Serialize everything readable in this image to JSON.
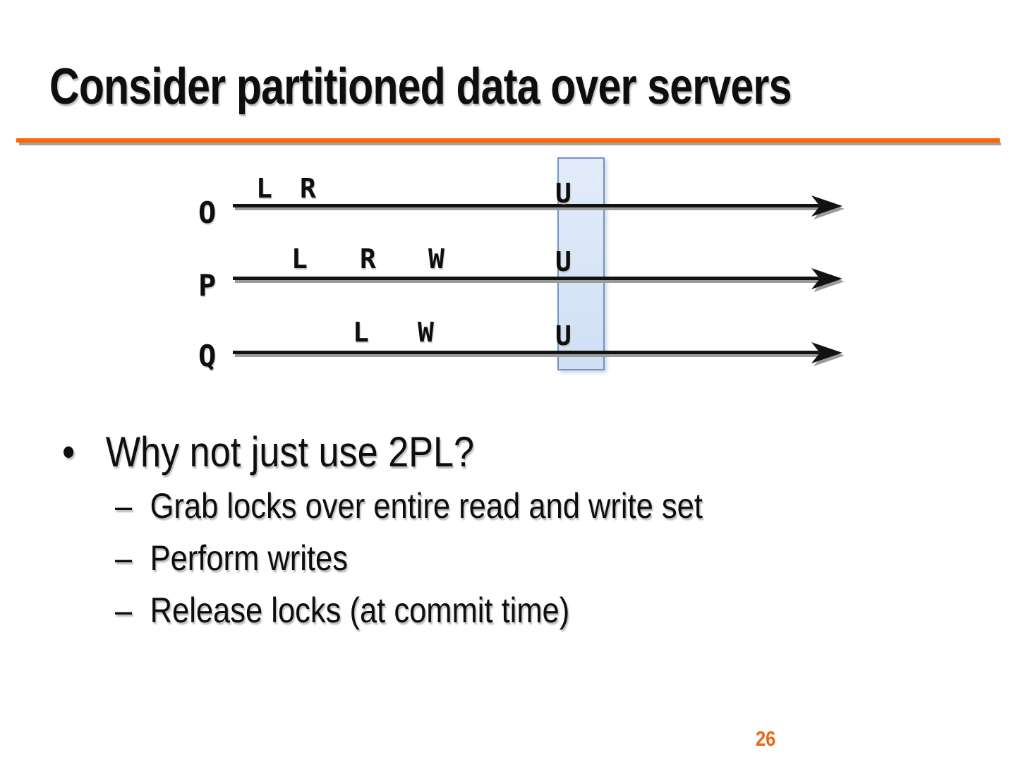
{
  "slide": {
    "title": "Consider partitioned data over servers",
    "page_number": "26"
  },
  "colors": {
    "accent_rule": "#FF6600",
    "rule_shadow": "#A49F98",
    "line_color": "#121212",
    "line_shadow": "#9B9B9B",
    "page_number": "#EF6511",
    "highlight_fill_top": "#E3ECF9",
    "highlight_fill_bottom": "#CFDFF4",
    "highlight_border": "#7394C4"
  },
  "diagram": {
    "timelines": [
      {
        "label": "O",
        "events": [
          "L",
          "R",
          "U"
        ]
      },
      {
        "label": "P",
        "events": [
          "L",
          "R",
          "W",
          "U"
        ]
      },
      {
        "label": "Q",
        "events": [
          "L",
          "W",
          "U"
        ]
      }
    ]
  },
  "bullets": {
    "marker": "•",
    "sub_marker": "–",
    "main": "Why not just use 2PL?",
    "items": [
      "Grab locks over entire read and write set",
      "Perform writes",
      "Release locks (at commit time)"
    ]
  }
}
